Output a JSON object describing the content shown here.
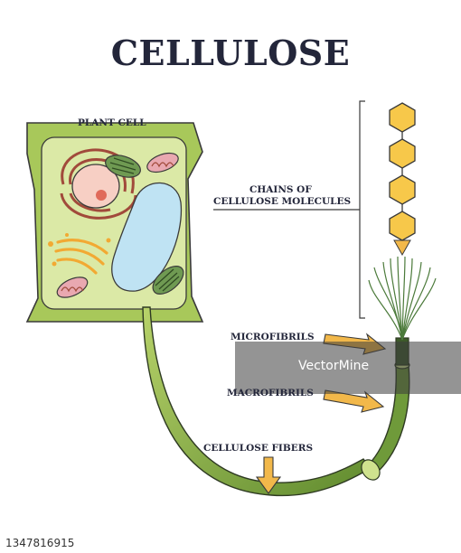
{
  "title": "CELLULOSE",
  "labels": {
    "plant_cell": "PLANT CELL",
    "chains_line1": "CHAINS OF",
    "chains_line2": "CELLULOSE MOLECULES",
    "microfibrils": "MICROFIBRILS",
    "macrofibrils": "MACROFIBRILS",
    "fibers": "CELLULOSE FIBERS"
  },
  "watermark": {
    "text": "VectorMine"
  },
  "stock_id": "1347816915",
  "colors": {
    "title": "#23263a",
    "cell_wall": "#a8c85a",
    "cytoplasm": "#d9e8a4",
    "nucleus": "#f7cfc4",
    "vacuole": "#bfe3f3",
    "chloroplast": "#6f9a52",
    "hexagon": "#f7c84a",
    "arrow": "#f2b84a",
    "fiber": "#8bb04a"
  }
}
